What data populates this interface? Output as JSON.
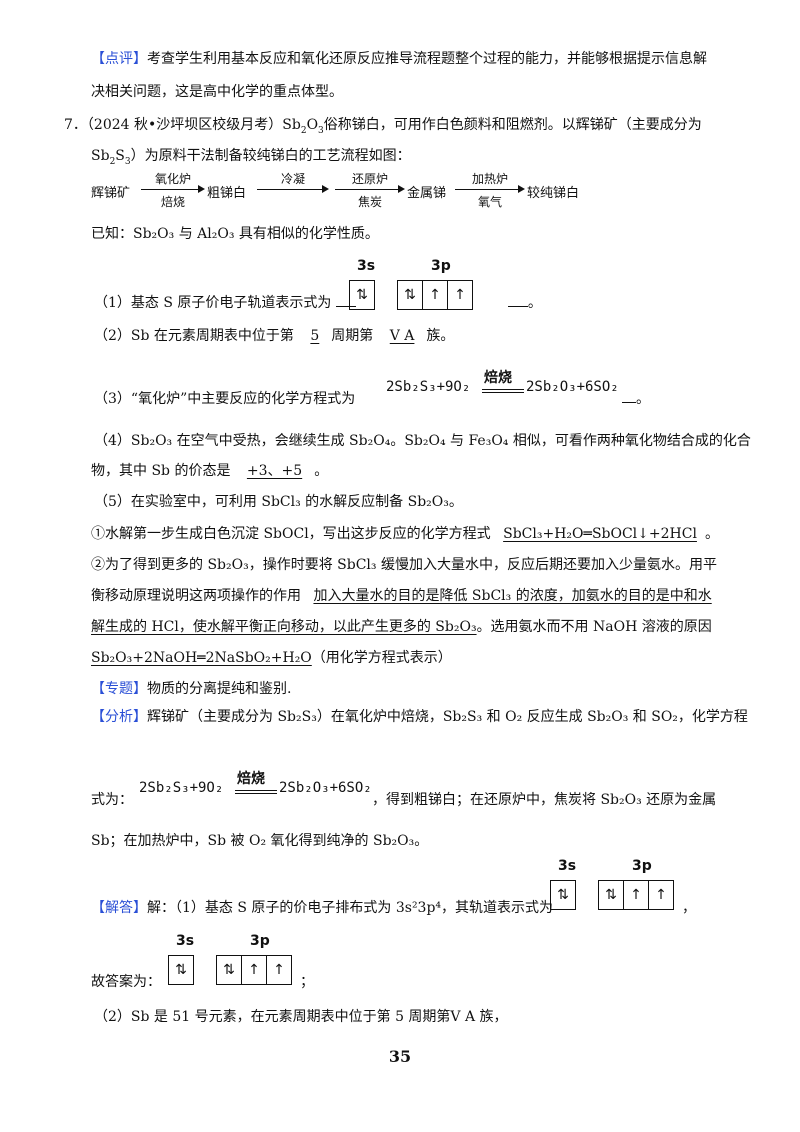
{
  "comment_tag": "【点评】",
  "comment_l1": "考查学生利用基本反应和氧化还原反应推导流程题整个过程的能力，并能够根据提示信息解",
  "comment_l2": "决相关问题，这是高中化学的重点体型。",
  "q_no": "7．",
  "q_src": "（2024 秋•沙坪坝区校级月考）",
  "q_l1": "俗称锑白，可用作白色颜料和阻燃剂。以辉锑矿（主要成分为",
  "q_l2": "）为原料干法制备较纯锑白的工艺流程如图：",
  "flow": {
    "n1": "辉锑矿",
    "a1_top": "氧化炉",
    "a1_bot": "焙烧",
    "n2": "粗锑白",
    "a2_top": "冷凝",
    "n3": "",
    "a3_top": "还原炉",
    "a3_bot": "焦炭",
    "n4": "金属锑",
    "a4_top": "加热炉",
    "a4_bot": "氧气",
    "n5": "较纯锑白"
  },
  "known": "已知：Sb₂O₃ 与 Al₂O₃ 具有相似的化学性质。",
  "orbital": {
    "s_label": "3s",
    "p_label": "3p",
    "s": [
      "⇅"
    ],
    "p": [
      "⇅",
      "↑",
      "↑"
    ]
  },
  "p1_a": "（1）基态 S 原子价电子轨道表示式为 ",
  "p1_b": "。",
  "p2_a": "（2）Sb 在元素周期表中位于第 ",
  "p2_ans1": "5",
  "p2_b": "周期第 ",
  "p2_ans2": "Ⅴ A",
  "p2_c": "族。",
  "p3_a": "（3）“氧化炉”中主要反应的化学方程式为 ",
  "p3_b": "。",
  "eq": {
    "lhs": "2Sb₂S₃+9O₂",
    "cond": "焙烧",
    "rhs": "2Sb₂O₃+6SO₂"
  },
  "p4_l1": "（4）Sb₂O₃ 在空气中受热，会继续生成 Sb₂O₄。Sb₂O₄ 与 Fe₃O₄ 相似，可看作两种氧化物结合成的化合",
  "p4_l2a": "物，其中 Sb 的价态是 ",
  "p4_ans": "+3、+5",
  "p4_l2b": "。",
  "p5": "（5）在实验室中，可利用 SbCl₃ 的水解反应制备 Sb₂O₃。",
  "p5_1a": "①水解第一步生成白色沉淀 SbOCl，写出这步反应的化学方程式 ",
  "p5_1ans": "SbCl₃+H₂O═SbOCl↓+2HCl",
  "p5_1b": "。",
  "p5_2l1": "②为了得到更多的 Sb₂O₃，操作时要将 SbCl₃ 缓慢加入大量水中，反应后期还要加入少量氨水。用平",
  "p5_2l2a": "衡移动原理说明这两项操作的作用 ",
  "p5_2ans1": "加入大量水的目的是降低 SbCl₃ 的浓度，加氨水的目的是中和水",
  "p5_2ans2": "解生成的 HCl，使水解平衡正向移动，以此产生更多的 Sb₂O₃",
  "p5_2l3b": "。选用氨水而不用 NaOH 溶液的原因",
  "p5_2ans3": "Sb₂O₃+2NaOH═2NaSbO₂+H₂O",
  "p5_2l4b": "（用化学方程式表示）",
  "topic_tag": "【专题】",
  "topic": "物质的分离提纯和鉴别.",
  "analysis_tag": "【分析】",
  "analysis_l1": "辉锑矿（主要成分为 Sb₂S₃）在氧化炉中焙烧，Sb₂S₃ 和 O₂ 反应生成 Sb₂O₃ 和 SO₂，化学方程",
  "analysis_l2a": "式为：",
  "analysis_l2b": "，得到粗锑白；在还原炉中，焦炭将 Sb₂O₃ 还原为金属",
  "analysis_l3": "Sb；在加热炉中，Sb 被 O₂ 氧化得到纯净的 Sb₂O₃。",
  "answer_tag": "【解答】",
  "answer_l1": "解：（1）基态 S 原子的价电子排布式为 3s²3p⁴，其轨道表示式为",
  "answer_l1b": "，",
  "answer_l2a": "故答案为：",
  "answer_l2b": "；",
  "answer_l3": "（2）Sb 是 51 号元素，在元素周期表中位于第 5 周期第Ⅴ A 族，",
  "page_number": "35"
}
